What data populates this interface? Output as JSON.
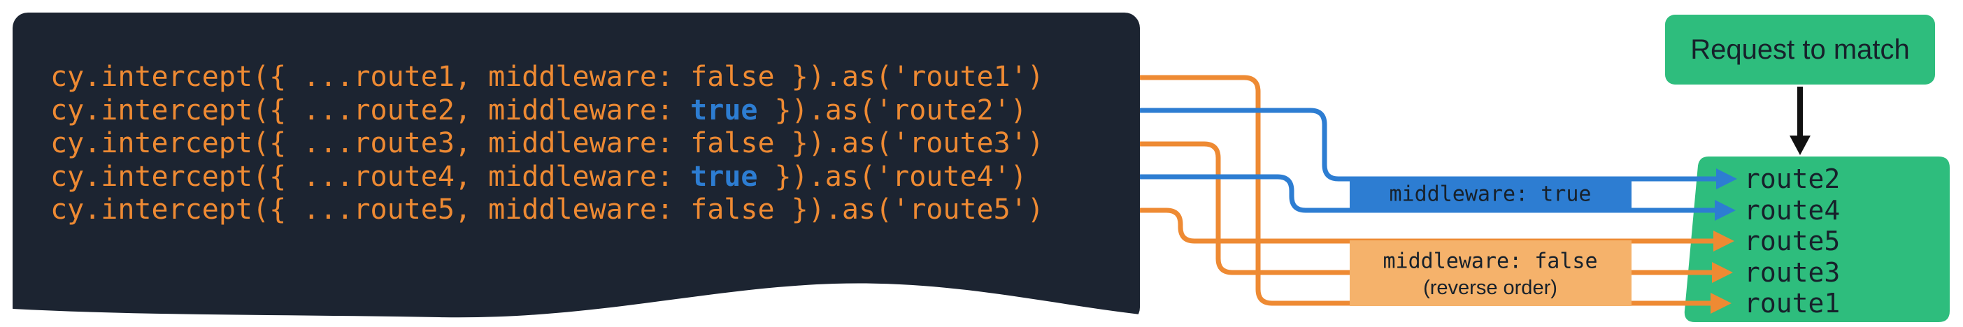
{
  "colors": {
    "wire_orange": "#EE8A33",
    "wire_blue": "#2D7DD2",
    "green": "#2EBD7D",
    "box_orange_light": "#F5B26B",
    "panel_dark": "#1C2431",
    "text_dark": "#17212B"
  },
  "code_block": {
    "lines": [
      {
        "prefix": "cy.intercept({ ...route1, middleware: ",
        "keyword": "false",
        "suffix": " }).as('route1')"
      },
      {
        "prefix": "cy.intercept({ ...route2, middleware: ",
        "keyword": "true",
        "suffix": " }).as('route2')"
      },
      {
        "prefix": "cy.intercept({ ...route3, middleware: ",
        "keyword": "false",
        "suffix": " }).as('route3')"
      },
      {
        "prefix": "cy.intercept({ ...route4, middleware: ",
        "keyword": "true",
        "suffix": " }).as('route4')"
      },
      {
        "prefix": "cy.intercept({ ...route5, middleware: ",
        "keyword": "false",
        "suffix": " }).as('route5')"
      }
    ]
  },
  "diagram": {
    "request_box_label": "Request to match",
    "middleware_true_label": "middleware: true",
    "middleware_false_label": "middleware: false",
    "middleware_false_sublabel": "(reverse order)",
    "funnel_routes": [
      "route2",
      "route4",
      "route5",
      "route3",
      "route1"
    ]
  }
}
